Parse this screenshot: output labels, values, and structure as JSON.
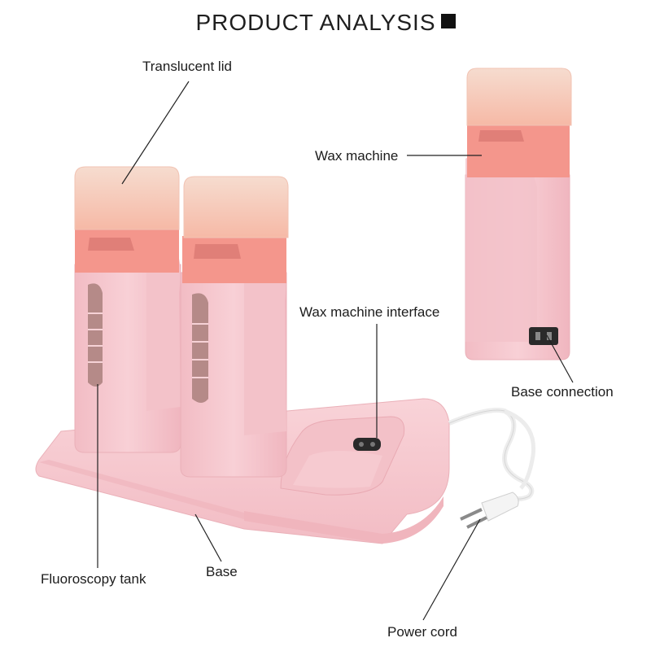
{
  "header": {
    "title": "PRODUCT ANALYSIS"
  },
  "labels": {
    "translucent_lid": "Translucent lid",
    "wax_machine": "Wax machine",
    "wax_machine_interface": "Wax machine interface",
    "base_connection": "Base connection",
    "fluoroscopy_tank": "Fluoroscopy tank",
    "base": "Base",
    "power_cord": "Power cord"
  },
  "colors": {
    "pink_body": "#f7c9cf",
    "pink_shadow": "#eeb3bb",
    "lid": "#f8d6c8",
    "salmon_collar": "#f4968c",
    "window": "#b58a88",
    "plug": "#9a9a9a"
  }
}
